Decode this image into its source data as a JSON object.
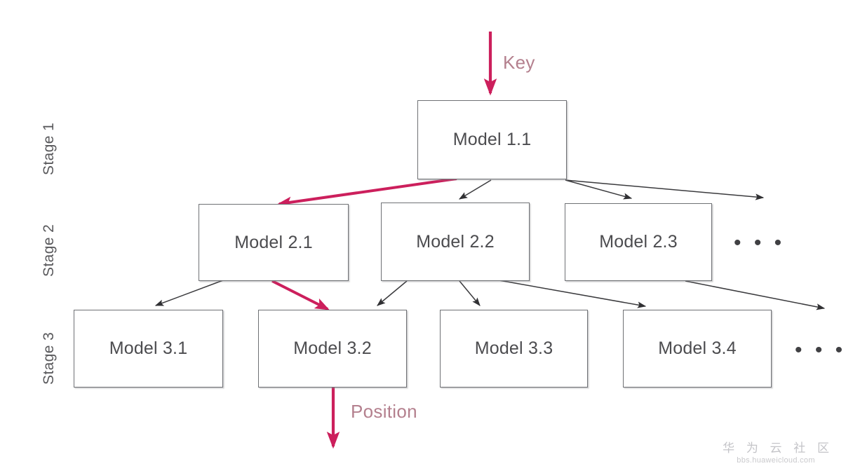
{
  "diagram": {
    "title": "Hierarchical staged model tree with Key and Position annotations",
    "background_color": "#ffffff",
    "accent_color": "#cc1f5c",
    "box_border_color": "#6f7175",
    "box_text_color": "#4c4c4f",
    "annotation_text_color": "#b4808e",
    "arrow_color": "#3a3a3d"
  },
  "stages": [
    {
      "label": "Stage 1"
    },
    {
      "label": "Stage 2"
    },
    {
      "label": "Stage 3"
    }
  ],
  "nodes": {
    "stage1": [
      {
        "label": "Model 1.1"
      }
    ],
    "stage2": [
      {
        "label": "Model 2.1"
      },
      {
        "label": "Model 2.2"
      },
      {
        "label": "Model 2.3"
      }
    ],
    "stage3": [
      {
        "label": "Model 3.1"
      },
      {
        "label": "Model 3.2"
      },
      {
        "label": "Model 3.3"
      },
      {
        "label": "Model 3.4"
      }
    ]
  },
  "continuation": {
    "stage2_ellipsis": "• • •",
    "stage3_ellipsis": "• • •"
  },
  "annotations": {
    "key_label": "Key",
    "position_label": "Position"
  },
  "watermark": {
    "chinese": "华 为 云 社 区",
    "url": "bbs.huaweicloud.com"
  }
}
